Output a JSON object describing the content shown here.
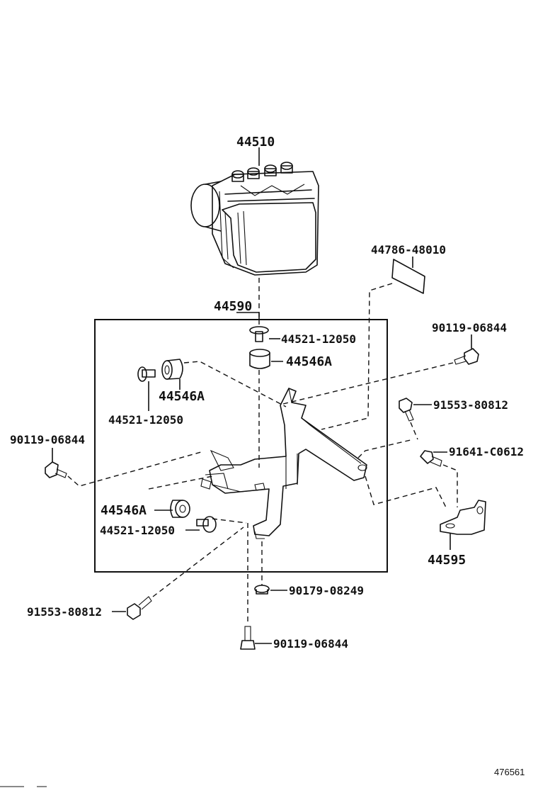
{
  "callouts": {
    "abs_actuator": "44510",
    "bracket_assy": "44590",
    "label_plate": "44786-48010",
    "cushion_top_screw": "44521-12050",
    "cushion_top": "44546A",
    "cushion_left": "44546A",
    "screw_left": "44521-12050",
    "bolt_right_top": "90119-06844",
    "bolt_right_mid": "91553-80812",
    "bolt_right_lower": "91641-C0612",
    "bracket_small": "44595",
    "bolt_left": "90119-06844",
    "cushion_bottom": "44546A",
    "screw_bottom": "44521-12050",
    "bolt_left_lower": "91553-80812",
    "nut_bottom": "90179-08249",
    "bolt_bottom": "90119-06844"
  },
  "reference_number": "476561",
  "icons": {
    "actuator": "abs-actuator-icon",
    "bracket": "bracket-icon",
    "bolt": "bolt-icon",
    "cushion": "cushion-icon",
    "label": "label-plate-icon"
  }
}
